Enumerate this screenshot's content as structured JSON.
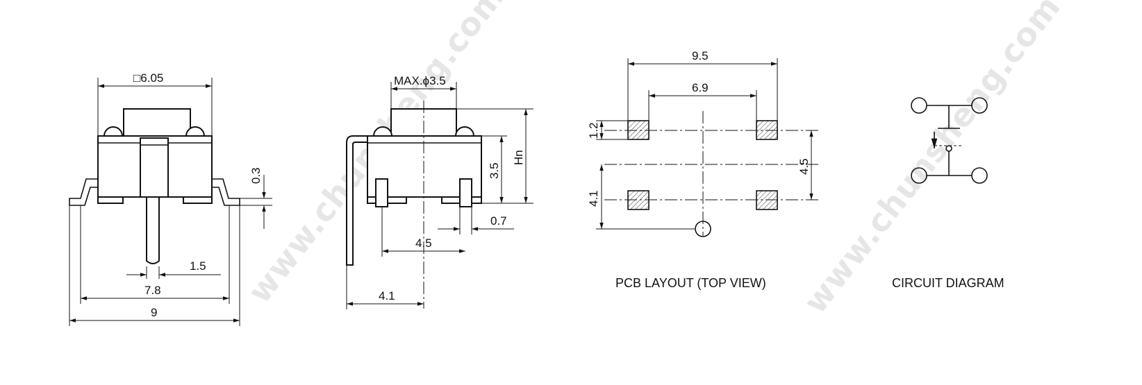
{
  "watermark": "www.chunsheng.com",
  "front_view": {
    "dim_square": "□6.05",
    "dim_height": "0.3",
    "dim_pin": "1.5",
    "dim_inner": "7.8",
    "dim_outer": "9"
  },
  "side_view": {
    "dim_actuator": "MAX.ϕ3.5",
    "dim_body_height": "3.5",
    "dim_total_height": "Hn",
    "dim_tab": "0.7",
    "dim_pin_offset": "4.5",
    "dim_lead": "4.1"
  },
  "pcb_layout": {
    "caption": "PCB LAYOUT (TOP VIEW)",
    "dim_outer_width": "9.5",
    "dim_inner_width": "6.9",
    "dim_pad": "1.2",
    "dim_pitch": "4.5",
    "dim_hole": "4.1"
  },
  "circuit": {
    "caption": "CIRCUIT DIAGRAM"
  }
}
